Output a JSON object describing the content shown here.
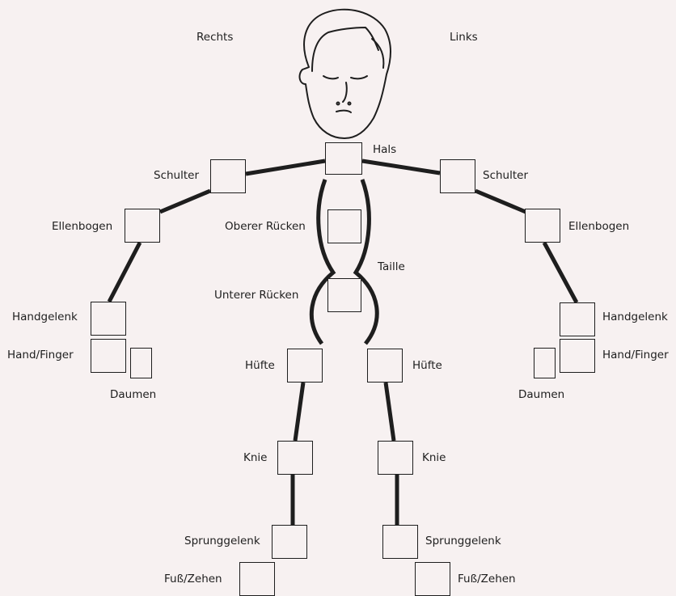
{
  "colors": {
    "background": "#f7f1f1",
    "stroke": "#1e1e1e"
  },
  "sides": {
    "right": "Rechts",
    "left": "Links"
  },
  "labels": {
    "neck": "Hals",
    "shoulder_r": "Schulter",
    "shoulder_l": "Schulter",
    "elbow_r": "Ellenbogen",
    "elbow_l": "Ellenbogen",
    "upper_back": "Oberer Rücken",
    "waist": "Taille",
    "lower_back": "Unterer Rücken",
    "wrist_r": "Handgelenk",
    "wrist_l": "Handgelenk",
    "hand_r": "Hand/Finger",
    "hand_l": "Hand/Finger",
    "thumb_r": "Daumen",
    "thumb_l": "Daumen",
    "hip_r": "Hüfte",
    "hip_l": "Hüfte",
    "knee_r": "Knie",
    "knee_l": "Knie",
    "ankle_r": "Sprunggelenk",
    "ankle_l": "Sprunggelenk",
    "foot_r": "Fuß/Zehen",
    "foot_l": "Fuß/Zehen"
  }
}
